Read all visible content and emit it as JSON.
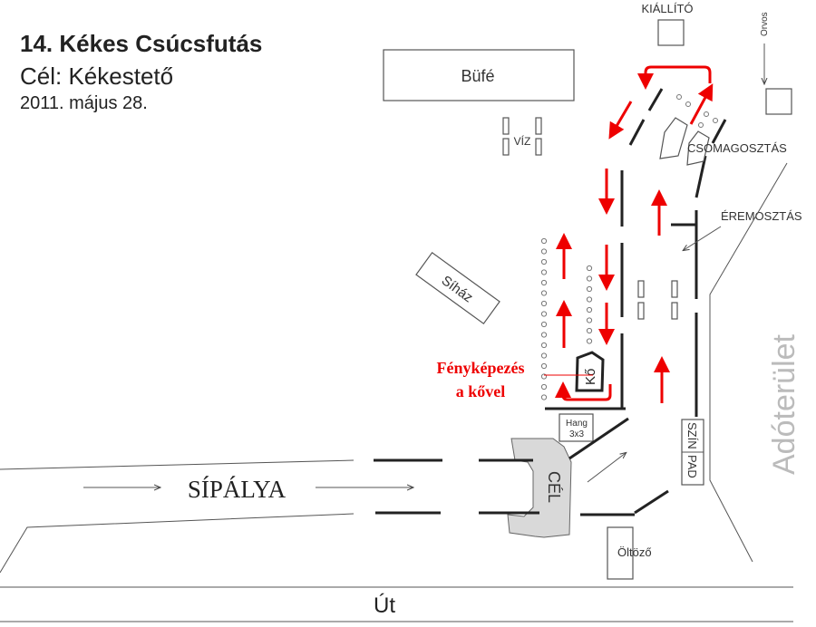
{
  "header": {
    "title": "14. Kékes Csúcsfutás",
    "subtitle": "Cél: Kékestető",
    "date": "2011. május 28."
  },
  "labels": {
    "bufe": "Büfé",
    "kiallito": "KIÁLLÍTÓ",
    "orvos": "Orvos",
    "viz": "VÍZ",
    "csomagosztas": "CSOMAGOSZTÁS",
    "eremosztas": "ÉREMOSZTÁS",
    "sihaz": "Síház",
    "ko": "Kő",
    "fenykepezes_line1": "Fényképezés",
    "fenykepezes_line2": "a kővel",
    "hang_line1": "Hang",
    "hang_line2": "3x3",
    "cel": "CÉL",
    "szinpad_line1": "SZÍN",
    "szinpad_line2": "PAD",
    "adoterulet": "Adóterület",
    "sipalya": "SÍPÁLYA",
    "oltozo": "Öltöző",
    "ut": "Út"
  },
  "colors": {
    "route_arrow": "#e00000",
    "finish_area": "#d9d9d9",
    "lines": "#222222"
  }
}
